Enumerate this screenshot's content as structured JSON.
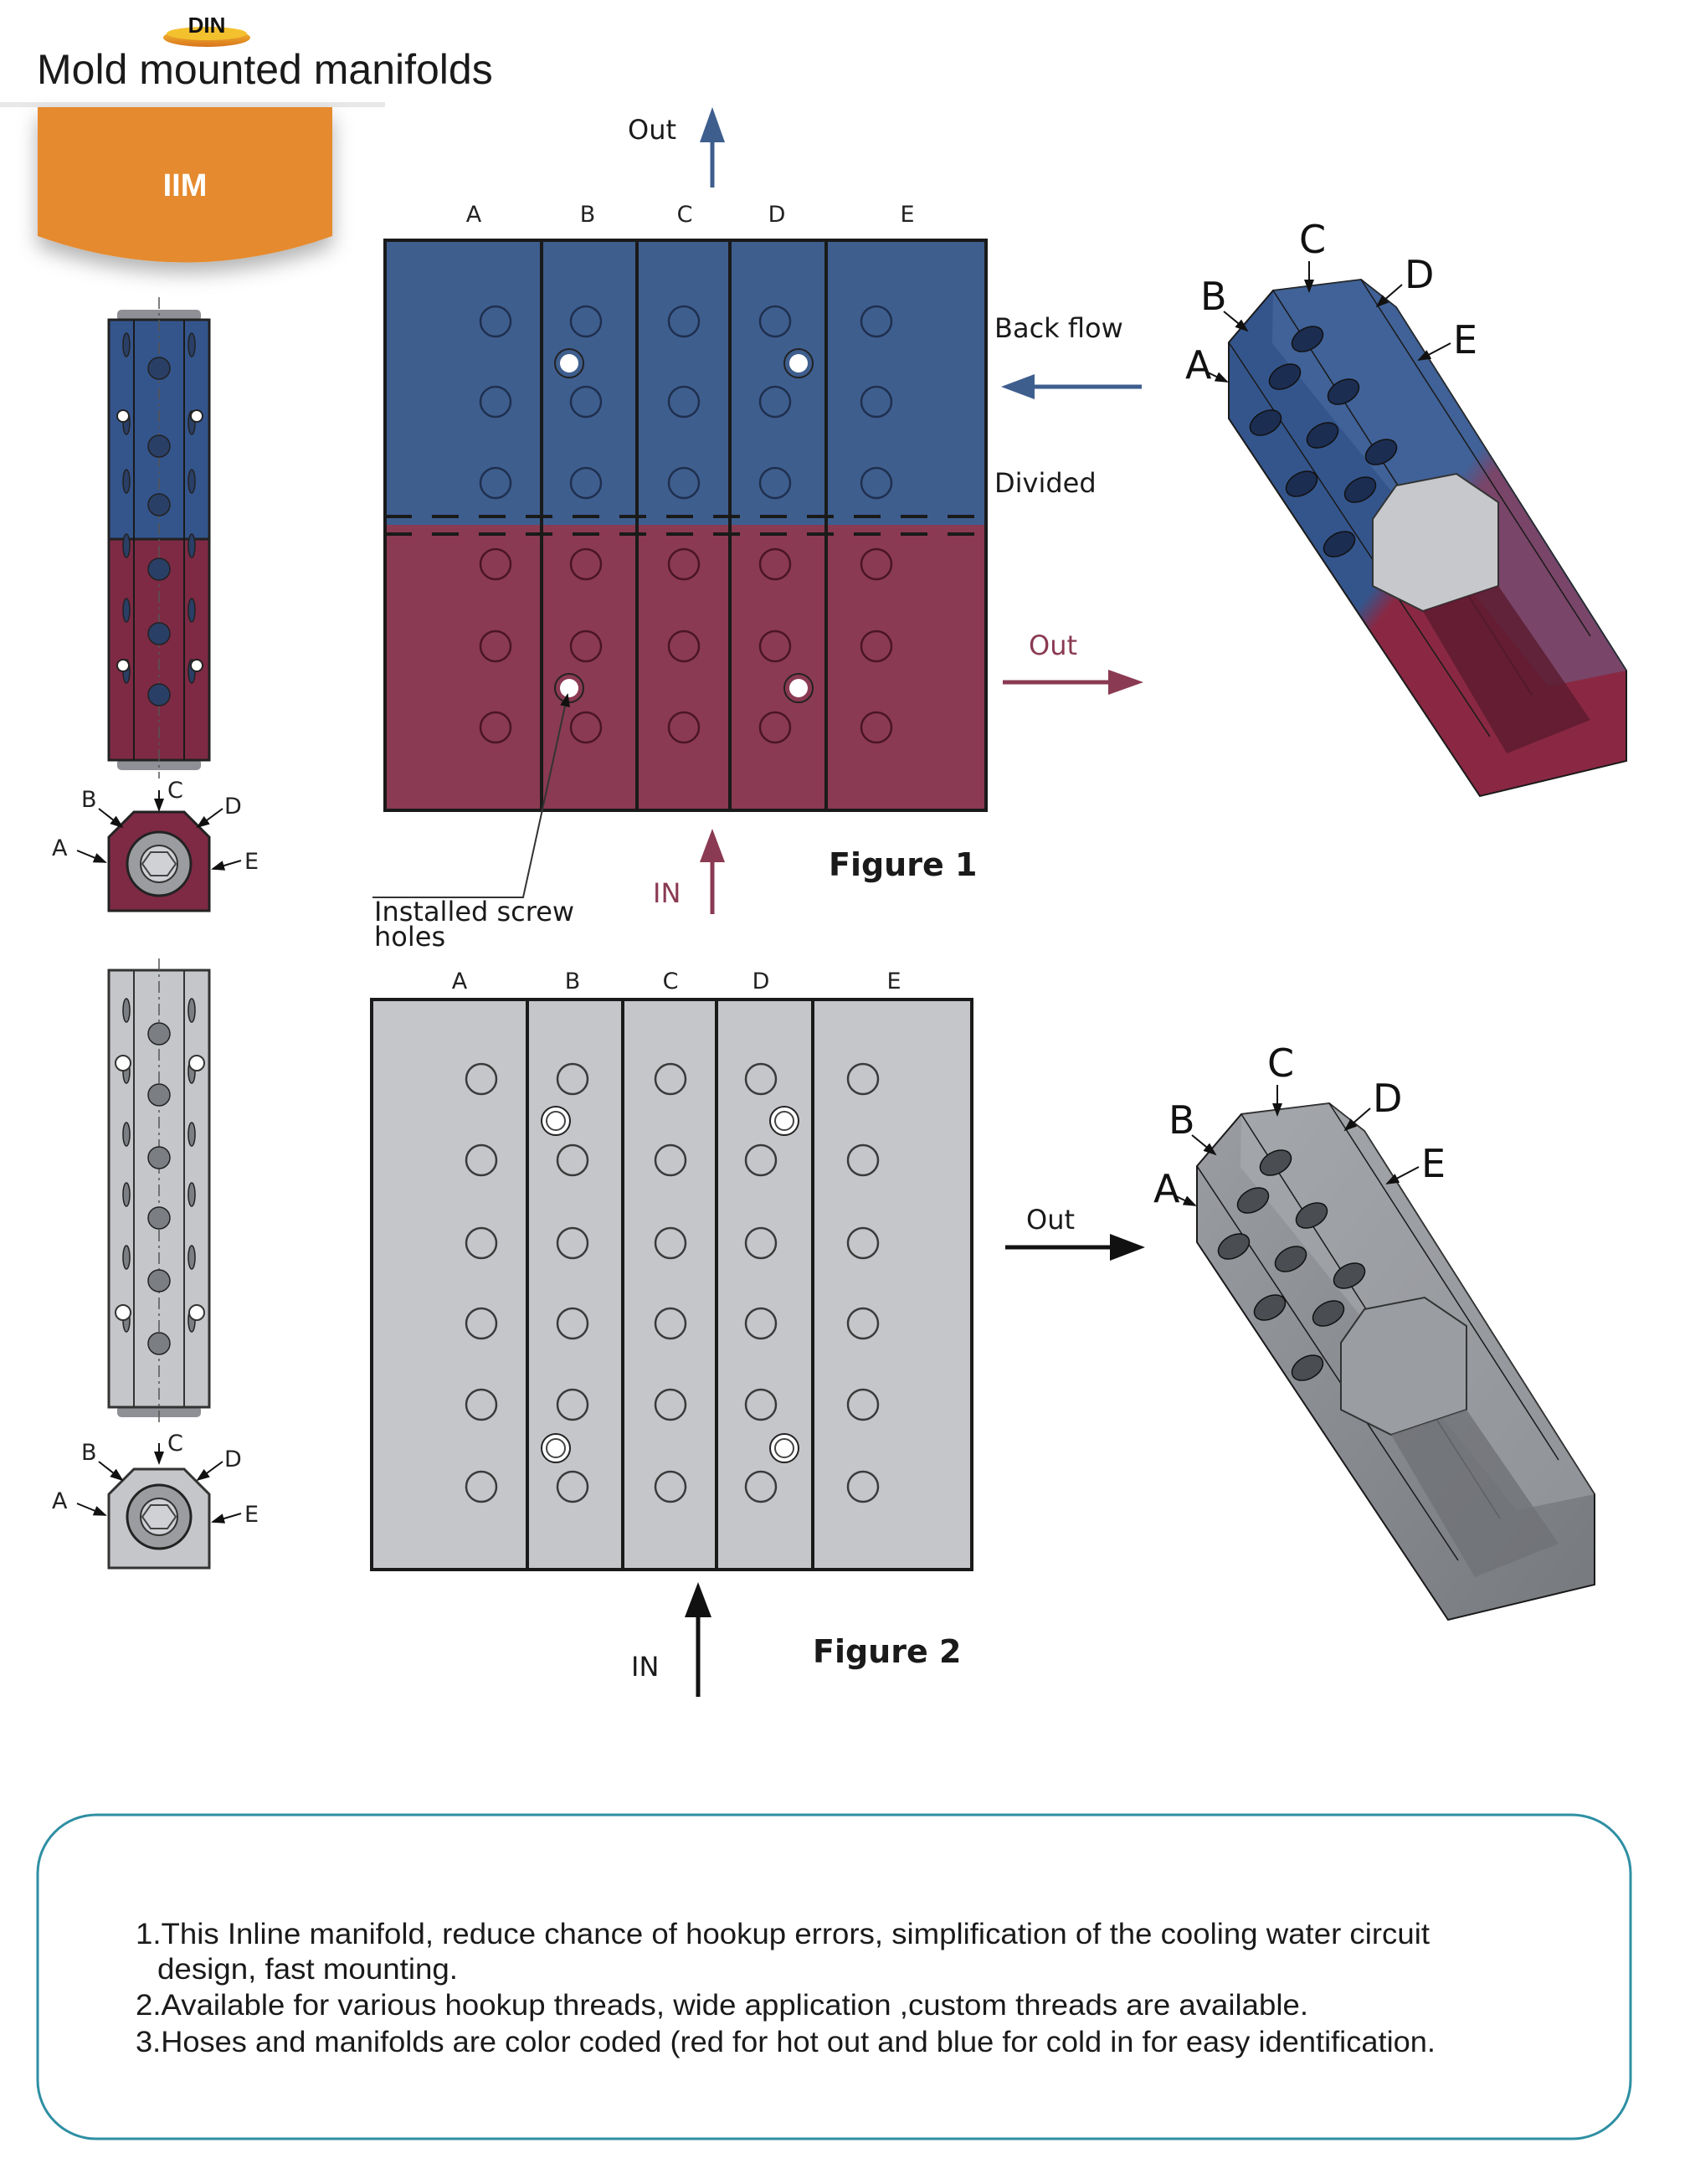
{
  "header": {
    "logo_text": "DIN",
    "title": "Mold mounted manifolds",
    "tab_label": "IIM",
    "tab_color": "#E58A2E"
  },
  "colors": {
    "cold_blue": "#3E5E8E",
    "hot_red": "#8A3A52",
    "steel_gray": "#C4C6C9"
  },
  "figure1": {
    "caption": "Figure 1",
    "columns": [
      "A",
      "B",
      "C",
      "D",
      "E"
    ],
    "out_top": "Out",
    "back_flow": "Back flow",
    "divided": "Divided",
    "out_right": "Out",
    "in_bottom": "IN",
    "screw_callout": [
      "Installed screw",
      "holes"
    ]
  },
  "figure2": {
    "caption": "Figure 2",
    "columns": [
      "A",
      "B",
      "C",
      "D",
      "E"
    ],
    "out_right": "Out",
    "in_bottom": "IN"
  },
  "section_labels": [
    "A",
    "B",
    "C",
    "D",
    "E"
  ],
  "notes": {
    "lines": [
      "1.This Inline manifold, reduce chance of hookup errors, simplification of the cooling water circuit",
      "design, fast mounting.",
      "2.Available for various hookup threads, wide application ,custom threads are available.",
      "3.Hoses and manifolds are color coded (red for hot out and blue for cold in for easy identification."
    ],
    "border_color": "#2E8FA3"
  }
}
